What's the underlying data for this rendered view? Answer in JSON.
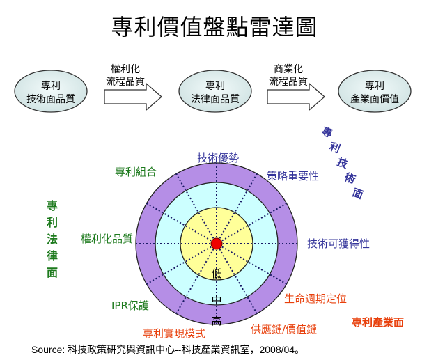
{
  "title": "專利價值盤點雷達圖",
  "flow": {
    "stage1": [
      "專利",
      "技術面品質"
    ],
    "arrow1": [
      "權利化",
      "流程品質"
    ],
    "stage2": [
      "專利",
      "法律面品質"
    ],
    "arrow2": [
      "商業化",
      "流程品質"
    ],
    "stage3": [
      "專利",
      "產業面價值"
    ]
  },
  "facets": {
    "technical": "專利技術面",
    "legal": "專利法律面",
    "industry": "專利產業面"
  },
  "radar": {
    "axes": [
      {
        "label": "技術優勢",
        "color": "#33339a"
      },
      {
        "label": "策略重要性",
        "color": "#33339a"
      },
      {
        "label": "技術可獲得性",
        "color": "#33339a"
      },
      {
        "label": "生命週期定位",
        "color": "#e8400c"
      },
      {
        "label": "供應鏈/價值鏈",
        "color": "#e8400c"
      },
      {
        "label": "專利實現模式",
        "color": "#e8400c"
      },
      {
        "label": "IPR保護",
        "color": "#1d7a1d"
      },
      {
        "label": "權利化品質",
        "color": "#1d7a1d"
      },
      {
        "label": "專利組合",
        "color": "#1d7a1d"
      }
    ],
    "levels": [
      "低",
      "中",
      "高"
    ]
  },
  "colors": {
    "outer_ring": "#b58ee6",
    "middle_ring": "#ccffff",
    "inner_ring": "#ffff99",
    "center_dot": "#ee0000",
    "ellipse_fill": "#d5e6e6",
    "arrow_fill": "#ffffff"
  },
  "source": "Source: 科技政策研究與資訊中心--科技產業資訊室，2008/04。"
}
